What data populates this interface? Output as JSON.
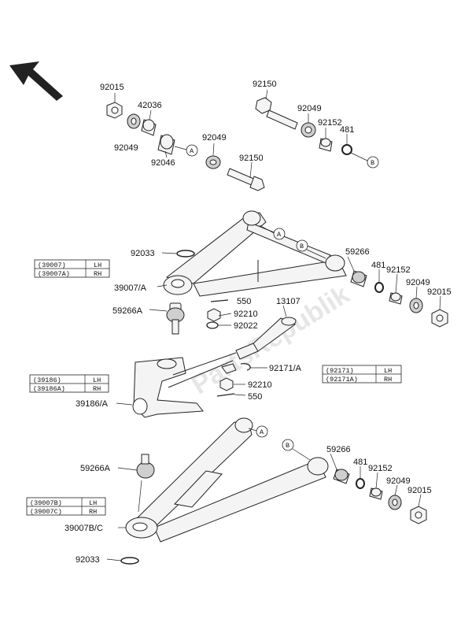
{
  "watermark": "PartsRepublik",
  "parts": {
    "p92015_top": "92015",
    "p42036": "42036",
    "p92049_a": "92049",
    "p92046": "92046",
    "p92049_b": "92049",
    "p92150_b": "92150",
    "p92150_top": "92150",
    "p92049_c": "92049",
    "p92152_top": "92152",
    "p481_top": "481",
    "p92033_top": "92033",
    "p39007A": "39007/A",
    "p59266_top": "59266",
    "p481_mid": "481",
    "p92152_mid": "92152",
    "p92049_mid": "92049",
    "p92015_mid": "92015",
    "p59266A_top": "59266A",
    "p550_top": "550",
    "p92210_top": "92210",
    "p92022": "92022",
    "p13107": "13107",
    "p92171A": "92171/A",
    "p92210_bot": "92210",
    "p550_bot": "550",
    "p39186A": "39186/A",
    "p59266_bot": "59266",
    "p481_bot": "481",
    "p92152_bot": "92152",
    "p92049_bot": "92049",
    "p92015_bot": "92015",
    "p59266A_bot": "59266A",
    "p39007BC": "39007B/C",
    "p92033_bot": "92033"
  },
  "markers": {
    "a": "A",
    "b": "B"
  },
  "tables": {
    "t39007": [
      [
        "(39007)",
        "LH"
      ],
      [
        "(39007A)",
        "RH"
      ]
    ],
    "t39186": [
      [
        "(39186)",
        "LH"
      ],
      [
        "(39186A)",
        "RH"
      ]
    ],
    "t92171": [
      [
        "(92171)",
        "LH"
      ],
      [
        "(92171A)",
        "RH"
      ]
    ],
    "t39007B": [
      [
        "(39007B)",
        "LH"
      ],
      [
        "(39007C)",
        "RH"
      ]
    ]
  }
}
